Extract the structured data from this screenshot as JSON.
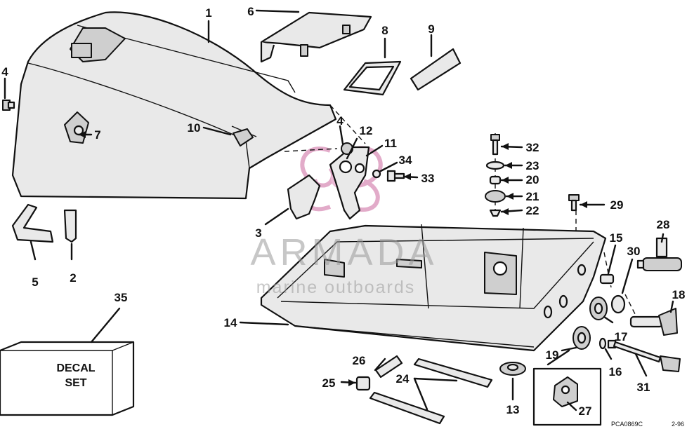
{
  "diagram": {
    "labels": [
      {
        "id": "1",
        "text": "1"
      },
      {
        "id": "2",
        "text": "2"
      },
      {
        "id": "3",
        "text": "3"
      },
      {
        "id": "4a",
        "text": "4"
      },
      {
        "id": "4b",
        "text": "4"
      },
      {
        "id": "5",
        "text": "5"
      },
      {
        "id": "6",
        "text": "6"
      },
      {
        "id": "7",
        "text": "7"
      },
      {
        "id": "8",
        "text": "8"
      },
      {
        "id": "9",
        "text": "9"
      },
      {
        "id": "10",
        "text": "10"
      },
      {
        "id": "11",
        "text": "11"
      },
      {
        "id": "12",
        "text": "12"
      },
      {
        "id": "13",
        "text": "13"
      },
      {
        "id": "14",
        "text": "14"
      },
      {
        "id": "15",
        "text": "15"
      },
      {
        "id": "16",
        "text": "16"
      },
      {
        "id": "17",
        "text": "17"
      },
      {
        "id": "18",
        "text": "18"
      },
      {
        "id": "19",
        "text": "19"
      },
      {
        "id": "20",
        "text": "20"
      },
      {
        "id": "21",
        "text": "21"
      },
      {
        "id": "22",
        "text": "22"
      },
      {
        "id": "23",
        "text": "23"
      },
      {
        "id": "24",
        "text": "24"
      },
      {
        "id": "25",
        "text": "25"
      },
      {
        "id": "26",
        "text": "26"
      },
      {
        "id": "27",
        "text": "27"
      },
      {
        "id": "28",
        "text": "28"
      },
      {
        "id": "29",
        "text": "29"
      },
      {
        "id": "30",
        "text": "30"
      },
      {
        "id": "31",
        "text": "31"
      },
      {
        "id": "32",
        "text": "32"
      },
      {
        "id": "33",
        "text": "33"
      },
      {
        "id": "34",
        "text": "34"
      },
      {
        "id": "35",
        "text": "35"
      }
    ],
    "decal_box": {
      "line1": "DECAL",
      "line2": "SET"
    },
    "drawing_code": "PCA0869C",
    "drawing_date": "2-96"
  },
  "watermark": {
    "brand": "ARMADA",
    "tagline": "marine outboards",
    "color": "#d98fb8"
  }
}
